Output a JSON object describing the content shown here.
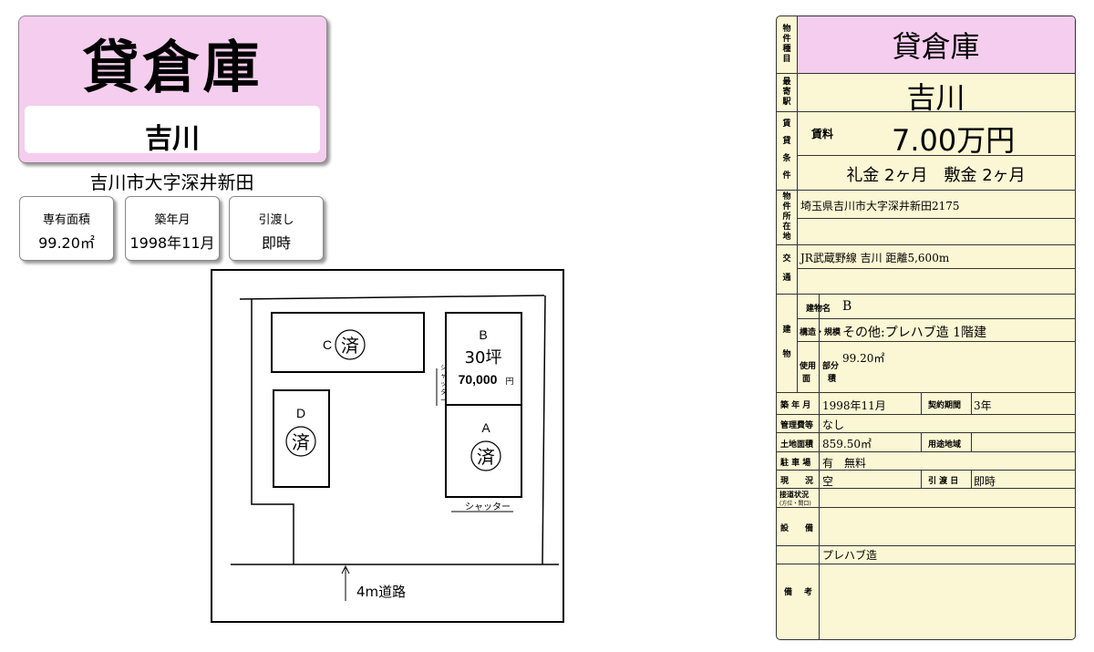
{
  "header": {
    "title": "貸倉庫",
    "station": "吉川",
    "address": "吉川市大字深井新田"
  },
  "stats": [
    {
      "label": "専有面積",
      "value": "99.20㎡"
    },
    {
      "label": "築年月",
      "value": "1998年11月"
    },
    {
      "label": "引渡し",
      "value": "即時"
    }
  ],
  "plan": {
    "units": [
      {
        "id": "C",
        "status": "済"
      },
      {
        "id": "D",
        "status": "済"
      },
      {
        "id": "B",
        "area": "30坪",
        "price": "70,000",
        "price_unit": "円"
      },
      {
        "id": "A",
        "status": "済"
      }
    ],
    "shutter_h": "シャッター",
    "shutter_v": [
      "シ",
      "ャ",
      "ッ",
      "タ",
      "ー"
    ],
    "road": "4m道路"
  },
  "sheet": {
    "labels": {
      "property_type": [
        "物",
        "件",
        "種",
        "目"
      ],
      "nearest_station": [
        "最",
        "寄",
        "駅"
      ],
      "lease_terms": [
        "賃",
        "貸",
        "条",
        "件"
      ],
      "location": [
        "物",
        "件",
        "所",
        "在",
        "地"
      ],
      "transport": [
        "交",
        "通"
      ],
      "building": [
        "建",
        "物"
      ],
      "building_name": "建物名",
      "structure": "構造・規模",
      "usage_area_a": "使用",
      "usage_area_b": "部分",
      "usage_area_c": "面",
      "usage_area_d": "積",
      "built": "築 年 月",
      "contract_period": "契約期間",
      "management_fee": "管理費等",
      "land_area": "土地面積",
      "zoning": "用途地域",
      "parking": "駐 車 場",
      "current_status": "現　　況",
      "handover": "引 渡 日",
      "road_access": "接道状況",
      "road_access_sub": "(方位・間口)",
      "facilities": "設　　備",
      "remarks_a": "備",
      "remarks_b": "考",
      "rent": "賃料"
    },
    "property_type": "貸倉庫",
    "nearest_station": "吉川",
    "rent": "7.00万円",
    "deposits": "礼金 2ヶ月　敷金 2ヶ月",
    "location": "埼玉県吉川市大字深井新田2175",
    "transport": "JR武蔵野線 吉川 距離5,600m",
    "building_name": "B",
    "structure": "その他:プレハブ造 1階建",
    "usage_area": "99.20㎡",
    "built": "1998年11月",
    "contract_period": "3年",
    "management_fee": "なし",
    "land_area": "859.50㎡",
    "parking": "有　無料",
    "current_status": "空",
    "handover": "即時",
    "remarks": "プレハブ造"
  }
}
